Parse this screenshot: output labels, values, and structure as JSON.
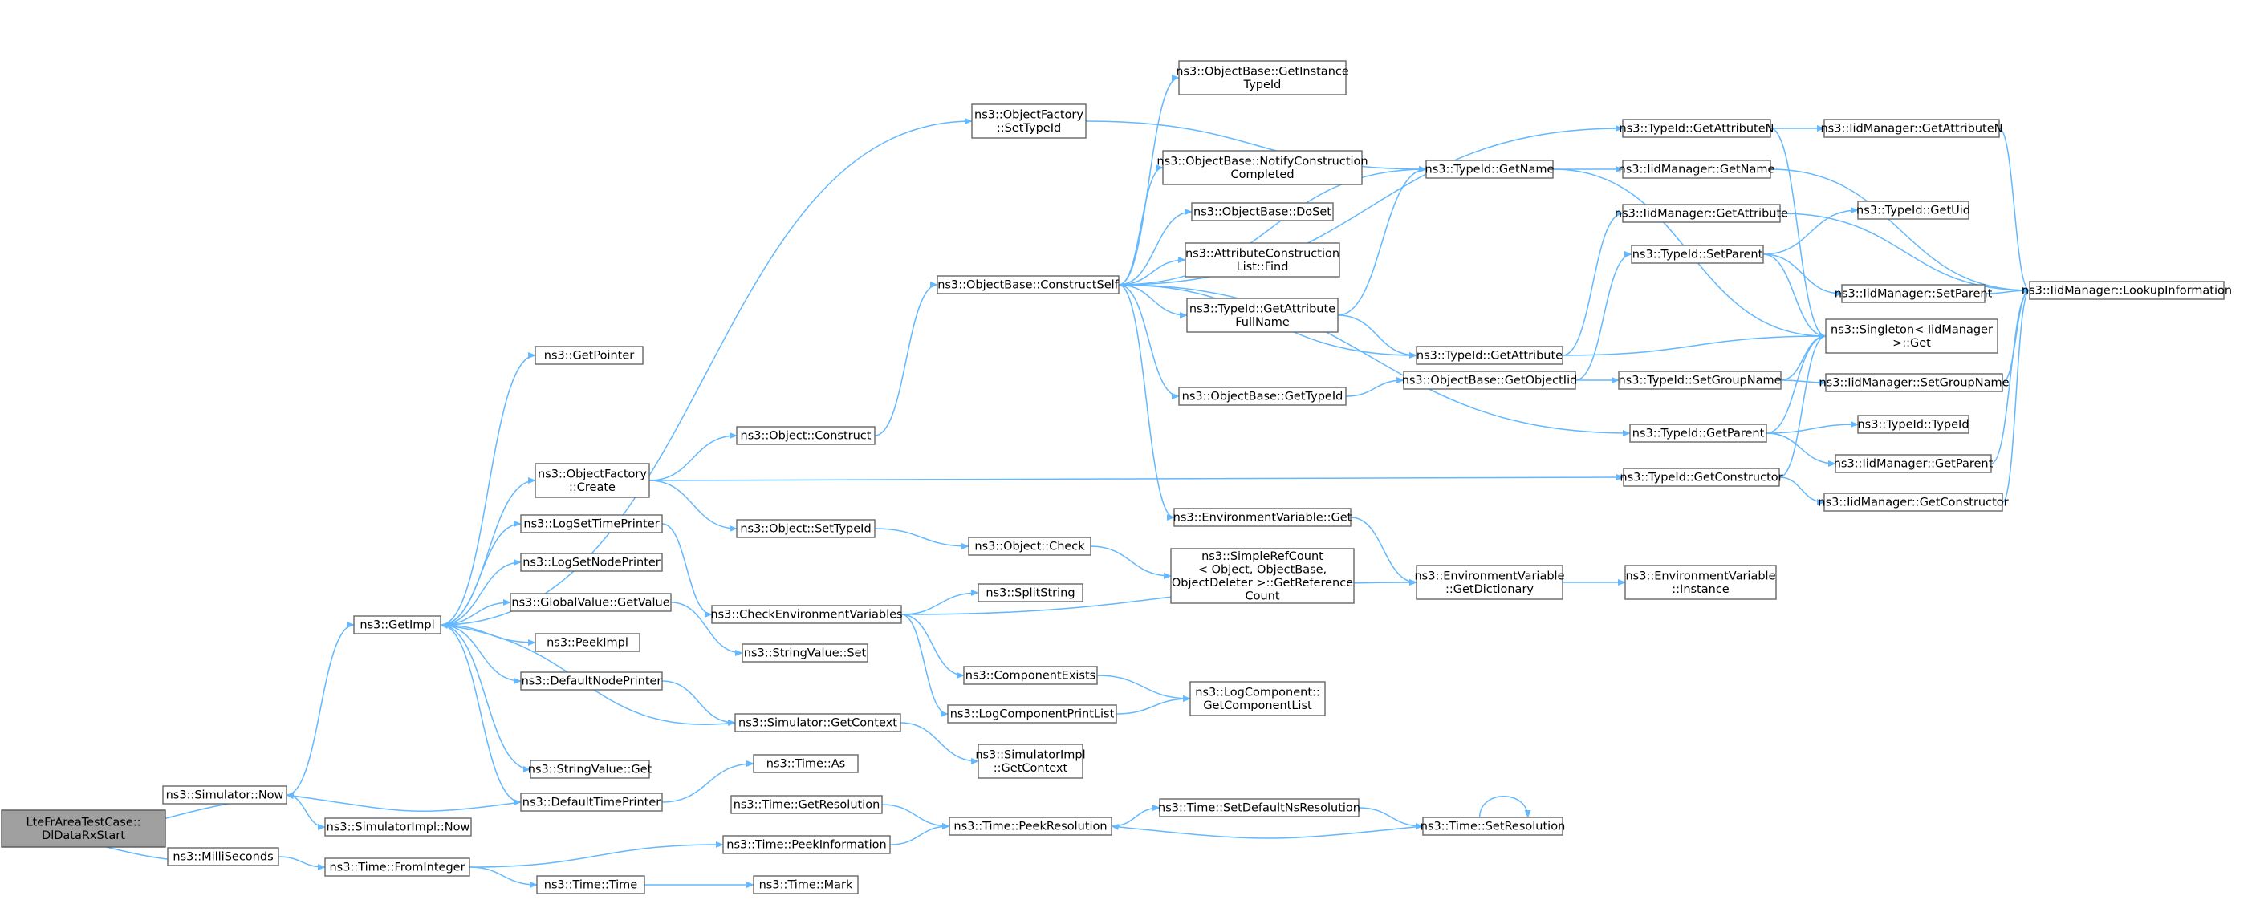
{
  "colors": {
    "edge": "#63b8ff",
    "root_fill": "#a0a0a0",
    "node_fill": "#ffffff",
    "border": "#666666"
  },
  "nodes": [
    {
      "id": "root",
      "lines": [
        "LteFrAreaTestCase::",
        "DlDataRxStart"
      ],
      "root": true
    },
    {
      "id": "simnow",
      "lines": [
        "ns3::Simulator::Now"
      ]
    },
    {
      "id": "milli",
      "lines": [
        "ns3::MilliSeconds"
      ]
    },
    {
      "id": "simimplnow",
      "lines": [
        "ns3::SimulatorImpl::Now"
      ]
    },
    {
      "id": "getimpl",
      "lines": [
        "ns3::GetImpl"
      ]
    },
    {
      "id": "fromint",
      "lines": [
        "ns3::Time::FromInteger"
      ]
    },
    {
      "id": "getpointer",
      "lines": [
        "ns3::GetPointer"
      ]
    },
    {
      "id": "ofcreate",
      "lines": [
        "ns3::ObjectFactory",
        "::Create"
      ]
    },
    {
      "id": "logsettime",
      "lines": [
        "ns3::LogSetTimePrinter"
      ]
    },
    {
      "id": "logsetnode",
      "lines": [
        "ns3::LogSetNodePrinter"
      ]
    },
    {
      "id": "gvgetvalue",
      "lines": [
        "ns3::GlobalValue::GetValue"
      ]
    },
    {
      "id": "peekimpl",
      "lines": [
        "ns3::PeekImpl"
      ]
    },
    {
      "id": "defnodeprinter",
      "lines": [
        "ns3::DefaultNodePrinter"
      ]
    },
    {
      "id": "simgetctx",
      "lines": [
        "ns3::Simulator::GetContext"
      ]
    },
    {
      "id": "svget",
      "lines": [
        "ns3::StringValue::Get"
      ]
    },
    {
      "id": "deftimeprinter",
      "lines": [
        "ns3::DefaultTimePrinter"
      ]
    },
    {
      "id": "tgetres",
      "lines": [
        "ns3::Time::GetResolution"
      ]
    },
    {
      "id": "tpeekinfo",
      "lines": [
        "ns3::Time::PeekInformation"
      ]
    },
    {
      "id": "ttime",
      "lines": [
        "ns3::Time::Time"
      ]
    },
    {
      "id": "tas",
      "lines": [
        "ns3::Time::As"
      ]
    },
    {
      "id": "tmark",
      "lines": [
        "ns3::Time::Mark"
      ]
    },
    {
      "id": "ofsettypeid",
      "lines": [
        "ns3::ObjectFactory",
        "::SetTypeId"
      ]
    },
    {
      "id": "objconstruct",
      "lines": [
        "ns3::Object::Construct"
      ]
    },
    {
      "id": "objsettypeid",
      "lines": [
        "ns3::Object::SetTypeId"
      ]
    },
    {
      "id": "checkenv",
      "lines": [
        "ns3::CheckEnvironmentVariables"
      ]
    },
    {
      "id": "svset",
      "lines": [
        "ns3::StringValue::Set"
      ]
    },
    {
      "id": "obconstructself",
      "lines": [
        "ns3::ObjectBase::ConstructSelf"
      ]
    },
    {
      "id": "objcheck",
      "lines": [
        "ns3::Object::Check"
      ]
    },
    {
      "id": "splitstring",
      "lines": [
        "ns3::SplitString"
      ]
    },
    {
      "id": "compexists",
      "lines": [
        "ns3::ComponentExists"
      ]
    },
    {
      "id": "logcompprint",
      "lines": [
        "ns3::LogComponentPrintList"
      ]
    },
    {
      "id": "simimplgetctx",
      "lines": [
        "ns3::SimulatorImpl",
        "::GetContext"
      ]
    },
    {
      "id": "tpeekres",
      "lines": [
        "ns3::Time::PeekResolution"
      ]
    },
    {
      "id": "obgetinst",
      "lines": [
        "ns3::ObjectBase::GetInstance",
        "TypeId"
      ]
    },
    {
      "id": "obnotify",
      "lines": [
        "ns3::ObjectBase::NotifyConstruction",
        "Completed"
      ]
    },
    {
      "id": "obdoset",
      "lines": [
        "ns3::ObjectBase::DoSet"
      ]
    },
    {
      "id": "acfind",
      "lines": [
        "ns3::AttributeConstruction",
        "List::Find"
      ]
    },
    {
      "id": "tidgetattrfull",
      "lines": [
        "ns3::TypeId::GetAttribute",
        "FullName"
      ]
    },
    {
      "id": "obgettypeid",
      "lines": [
        "ns3::ObjectBase::GetTypeId"
      ]
    },
    {
      "id": "envget",
      "lines": [
        "ns3::EnvironmentVariable::Get"
      ]
    },
    {
      "id": "srcgetref",
      "lines": [
        "ns3::SimpleRefCount",
        "< Object, ObjectBase,",
        "ObjectDeleter >::GetReference",
        "Count"
      ]
    },
    {
      "id": "lcgetcomplist",
      "lines": [
        "ns3::LogComponent::",
        "GetComponentList"
      ]
    },
    {
      "id": "tsetdefns",
      "lines": [
        "ns3::Time::SetDefaultNsResolution"
      ]
    },
    {
      "id": "tidgetname",
      "lines": [
        "ns3::TypeId::GetName"
      ]
    },
    {
      "id": "tidgetattr",
      "lines": [
        "ns3::TypeId::GetAttribute"
      ]
    },
    {
      "id": "obgetobjtid",
      "lines": [
        "ns3::ObjectBase::GetObjectIid"
      ]
    },
    {
      "id": "envgetdict",
      "lines": [
        "ns3::EnvironmentVariable",
        "::GetDictionary"
      ]
    },
    {
      "id": "tsetres",
      "lines": [
        "ns3::Time::SetResolution"
      ]
    },
    {
      "id": "tidgetattrn",
      "lines": [
        "ns3::TypeId::GetAttributeN"
      ]
    },
    {
      "id": "iidgetname",
      "lines": [
        "ns3::IidManager::GetName"
      ]
    },
    {
      "id": "iidgetattr",
      "lines": [
        "ns3::IidManager::GetAttribute"
      ]
    },
    {
      "id": "tidsetparent",
      "lines": [
        "ns3::TypeId::SetParent"
      ]
    },
    {
      "id": "tidsetgroup",
      "lines": [
        "ns3::TypeId::SetGroupName"
      ]
    },
    {
      "id": "tidgetparent",
      "lines": [
        "ns3::TypeId::GetParent"
      ]
    },
    {
      "id": "tidgetctor",
      "lines": [
        "ns3::TypeId::GetConstructor"
      ]
    },
    {
      "id": "envinstance",
      "lines": [
        "ns3::EnvironmentVariable",
        "::Instance"
      ]
    },
    {
      "id": "iidgetattrn",
      "lines": [
        "ns3::IidManager::GetAttributeN"
      ]
    },
    {
      "id": "tidgetuid",
      "lines": [
        "ns3::TypeId::GetUid"
      ]
    },
    {
      "id": "singleton",
      "lines": [
        "ns3::Singleton< IidManager",
        ">::Get"
      ]
    },
    {
      "id": "iidsetparent",
      "lines": [
        "ns3::IidManager::SetParent"
      ]
    },
    {
      "id": "iidsetgroup",
      "lines": [
        "ns3::IidManager::SetGroupName"
      ]
    },
    {
      "id": "tidtypeid",
      "lines": [
        "ns3::TypeId::TypeId"
      ]
    },
    {
      "id": "iidgetparent",
      "lines": [
        "ns3::IidManager::GetParent"
      ]
    },
    {
      "id": "iidgetctor",
      "lines": [
        "ns3::IidManager::GetConstructor"
      ]
    },
    {
      "id": "iidlookup",
      "lines": [
        "ns3::IidManager::LookupInformation"
      ]
    }
  ],
  "edges": [
    [
      "root",
      "simnow"
    ],
    [
      "root",
      "milli"
    ],
    [
      "simnow",
      "getimpl"
    ],
    [
      "simnow",
      "simimplnow"
    ],
    [
      "milli",
      "fromint"
    ],
    [
      "getimpl",
      "getpointer"
    ],
    [
      "getimpl",
      "ofcreate"
    ],
    [
      "getimpl",
      "logsettime"
    ],
    [
      "getimpl",
      "logsetnode"
    ],
    [
      "getimpl",
      "gvgetvalue"
    ],
    [
      "getimpl",
      "peekimpl"
    ],
    [
      "getimpl",
      "defnodeprinter"
    ],
    [
      "getimpl",
      "svget"
    ],
    [
      "getimpl",
      "deftimeprinter"
    ],
    [
      "getimpl",
      "ofsettypeid"
    ],
    [
      "ofcreate",
      "objconstruct"
    ],
    [
      "ofcreate",
      "objsettypeid"
    ],
    [
      "ofcreate",
      "tidgetctor"
    ],
    [
      "logsettime",
      "checkenv"
    ],
    [
      "gvgetvalue",
      "svset"
    ],
    [
      "defnodeprinter",
      "simgetctx"
    ],
    [
      "simgetctx",
      "getimpl"
    ],
    [
      "simgetctx",
      "simimplgetctx"
    ],
    [
      "deftimeprinter",
      "simnow"
    ],
    [
      "deftimeprinter",
      "tas"
    ],
    [
      "fromint",
      "tpeekinfo"
    ],
    [
      "fromint",
      "ttime"
    ],
    [
      "tgetres",
      "tpeekres"
    ],
    [
      "tpeekinfo",
      "tpeekres"
    ],
    [
      "ttime",
      "tmark"
    ],
    [
      "ofsettypeid",
      "tidgetname"
    ],
    [
      "objconstruct",
      "obconstructself"
    ],
    [
      "objsettypeid",
      "objcheck"
    ],
    [
      "checkenv",
      "splitstring"
    ],
    [
      "checkenv",
      "compexists"
    ],
    [
      "checkenv",
      "logcompprint"
    ],
    [
      "checkenv",
      "envgetdict"
    ],
    [
      "obconstructself",
      "obgetinst"
    ],
    [
      "obconstructself",
      "tidgetname"
    ],
    [
      "obconstructself",
      "obnotify"
    ],
    [
      "obconstructself",
      "obdoset"
    ],
    [
      "obconstructself",
      "acfind"
    ],
    [
      "obconstructself",
      "tidgetattrfull"
    ],
    [
      "obconstructself",
      "tidgetattr"
    ],
    [
      "obconstructself",
      "obgettypeid"
    ],
    [
      "obconstructself",
      "tidgetparent"
    ],
    [
      "obconstructself",
      "envget"
    ],
    [
      "obconstructself",
      "tidgetattrn"
    ],
    [
      "objcheck",
      "srcgetref"
    ],
    [
      "compexists",
      "lcgetcomplist"
    ],
    [
      "logcompprint",
      "lcgetcomplist"
    ],
    [
      "tpeekres",
      "tsetdefns"
    ],
    [
      "tidgetattrfull",
      "tidgetname"
    ],
    [
      "tidgetattrfull",
      "tidgetattr"
    ],
    [
      "obgettypeid",
      "obgetobjtid"
    ],
    [
      "envget",
      "envgetdict"
    ],
    [
      "tsetdefns",
      "tsetres"
    ],
    [
      "tsetres",
      "tpeekres"
    ],
    [
      "tsetres",
      "tsetres"
    ],
    [
      "tidgetname",
      "iidgetname"
    ],
    [
      "tidgetname",
      "singleton"
    ],
    [
      "tidgetattr",
      "iidgetattr"
    ],
    [
      "tidgetattr",
      "singleton"
    ],
    [
      "obgetobjtid",
      "tidsetparent"
    ],
    [
      "obgetobjtid",
      "tidsetgroup"
    ],
    [
      "envgetdict",
      "envinstance"
    ],
    [
      "tidgetattrn",
      "iidgetattrn"
    ],
    [
      "tidgetattrn",
      "singleton"
    ],
    [
      "iidgetname",
      "iidlookup"
    ],
    [
      "iidgetattr",
      "iidlookup"
    ],
    [
      "tidsetparent",
      "tidgetuid"
    ],
    [
      "tidsetparent",
      "iidsetparent"
    ],
    [
      "tidsetparent",
      "singleton"
    ],
    [
      "tidsetgroup",
      "iidsetgroup"
    ],
    [
      "tidsetgroup",
      "singleton"
    ],
    [
      "tidgetparent",
      "tidtypeid"
    ],
    [
      "tidgetparent",
      "iidgetparent"
    ],
    [
      "tidgetparent",
      "singleton"
    ],
    [
      "tidgetctor",
      "iidgetctor"
    ],
    [
      "tidgetctor",
      "singleton"
    ],
    [
      "iidgetattrn",
      "iidlookup"
    ],
    [
      "iidsetparent",
      "iidlookup"
    ],
    [
      "iidsetgroup",
      "iidlookup"
    ],
    [
      "iidgetparent",
      "iidlookup"
    ],
    [
      "iidgetctor",
      "iidlookup"
    ]
  ]
}
